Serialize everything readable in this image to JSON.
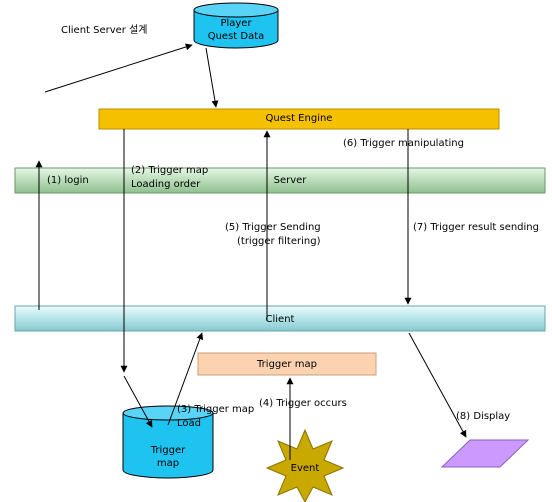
{
  "title": "Client Server 설계",
  "nodes": {
    "player_db": {
      "line1": "Player",
      "line2": "Quest Data"
    },
    "quest_engine": "Quest Engine",
    "server": "Server",
    "client": "Client",
    "trigger_map_box": "Trigger map",
    "trigger_db": {
      "line1": "Trigger",
      "line2": "map"
    },
    "event": "Event"
  },
  "labels": {
    "login": "(1) login",
    "trigger_map_loading_1": "(2) Trigger map",
    "trigger_map_loading_2": "Loading order",
    "trigger_map_load_1": "(3) Trigger map",
    "trigger_map_load_2": "Load",
    "trigger_occurs": "(4) Trigger occurs",
    "trigger_sending_1": "(5) Trigger Sending",
    "trigger_sending_2": "(trigger filtering)",
    "trigger_manipulating": "(6) Trigger manipulating",
    "trigger_result_sending": "(7) Trigger result sending",
    "display": "(8) Display"
  },
  "colors": {
    "quest_engine": "#f4c000",
    "server": "#c4e6c4",
    "client": "#bfeaec",
    "trigger_map_box": "#fbd3b1",
    "database": "#1ec3f0",
    "event": "#c9a800",
    "display": "#cc99ff"
  }
}
